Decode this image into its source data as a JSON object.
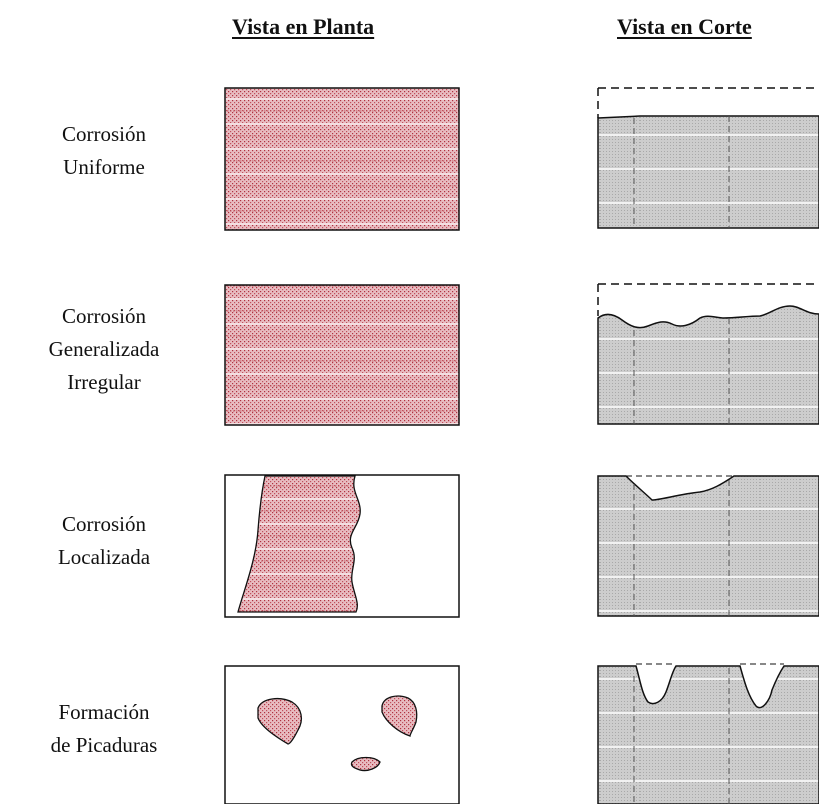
{
  "headers": {
    "plan_view": "Vista en Planta",
    "section_view": "Vista en Corte"
  },
  "rows": [
    {
      "label_lines": [
        "Corrosión",
        "Uniforme"
      ],
      "type": "uniform"
    },
    {
      "label_lines": [
        "Corrosión",
        "Generalizada",
        "Irregular"
      ],
      "type": "irregular"
    },
    {
      "label_lines": [
        "Corrosión",
        "Localizada"
      ],
      "type": "localized"
    },
    {
      "label_lines": [
        "Formación",
        "de Picaduras"
      ],
      "type": "pitting"
    }
  ],
  "colors": {
    "corroded_fill": "#e3b3b8",
    "corroded_dots": "#b0303e",
    "section_fill": "#cfcfcf",
    "section_stripe": "#f2f2f2",
    "outline": "#111111"
  }
}
